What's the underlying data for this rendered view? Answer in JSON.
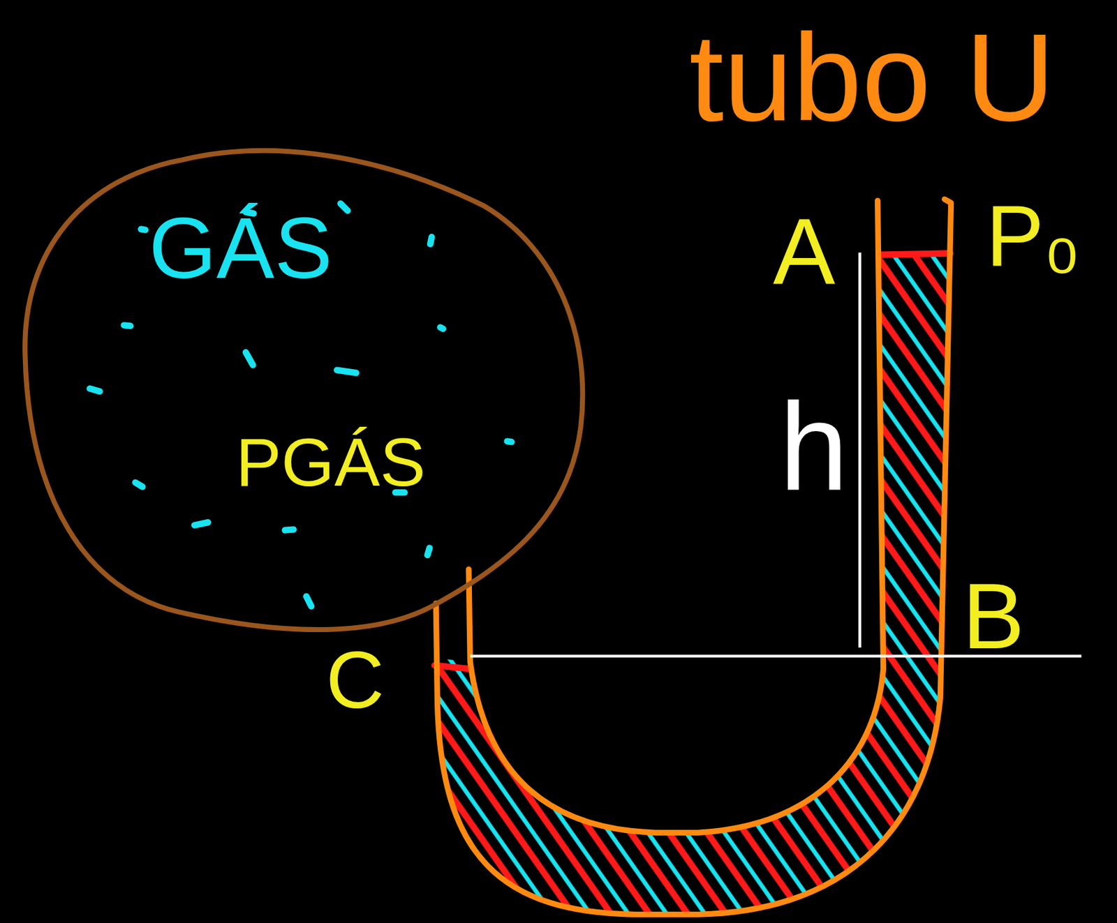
{
  "diagram": {
    "nodes": [
      {
        "text": [
          "GÁS",
          "PGÁS"
        ]
      }
    ],
    "labels": [
      "tubo U",
      "A",
      "P₀",
      "h",
      "B",
      "C"
    ]
  }
}
